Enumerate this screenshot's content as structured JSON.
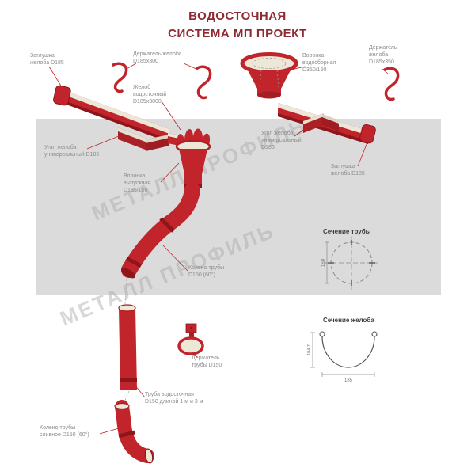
{
  "title": {
    "line1": "ВОДОСТОЧНАЯ",
    "line2": "СИСТЕМА МП ПРОЕКТ"
  },
  "watermark": {
    "text": "МЕТАЛЛ ПРОФИЛЬ"
  },
  "labels": {
    "endcap_left": "Заглушка\nжелоба D185",
    "gutter_holder_left": "Держатель желоба\nD185х300",
    "collect_funnel": "Воронка\nводосборная\nD350/150",
    "gutter_holder_right": "Держатель\nжелоба\nD185х350",
    "gutter": "Желоб\nводосточный\nD185х3000",
    "corner_left": "Угол желоба\nуниверсальный D185",
    "corner_right": "Угол желоба\nуниверсальный\nD185",
    "endcap_right": "Заглушка\nжелоба D185",
    "outlet_funnel": "Воронка\nвыпускная\nD185/150",
    "elbow": "Колено трубы\nD150 (60°)",
    "pipe_holder": "Держатель\nтрубы D150",
    "pipe": "Труба водосточная\nD150 длиной 1 м и 3 м",
    "drain_elbow": "Колено трубы\nсливное D150 (60°)"
  },
  "sections": {
    "pipe_section_title": "Сечение трубы",
    "gutter_section_title": "Сечение желоба",
    "pipe_diameter": "150",
    "gutter_height": "104,7",
    "gutter_width": "185"
  },
  "colors": {
    "component_red": "#C2242B",
    "component_dark_red": "#8E161B",
    "component_cream": "#EDE7D8",
    "title_maroon": "#8E2B33",
    "roof_band_gray": "#DBDBDB",
    "label_gray": "#8C8C8C"
  }
}
